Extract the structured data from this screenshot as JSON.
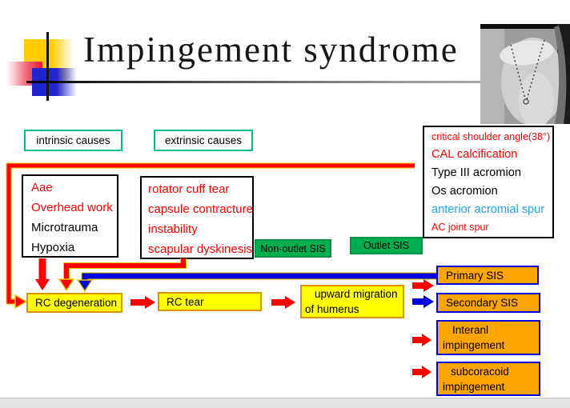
{
  "slide": {
    "title": "Impingement syndrome"
  },
  "labels": {
    "intrinsic": "intrinsic causes",
    "extrinsic": "extrinsic causes"
  },
  "intrinsic_factors": {
    "lines": [
      {
        "text": "Aae",
        "color": "#ff0000"
      },
      {
        "text": "Overhead work",
        "color": "#ff0000"
      },
      {
        "text": "Microtrauma",
        "color": "#000000"
      },
      {
        "text": "Hypoxia",
        "color": "#000000"
      }
    ]
  },
  "tendon_factors": {
    "lines": [
      {
        "text": "rotator cuff tear",
        "color": "#ff0000"
      },
      {
        "text": "capsule contracture",
        "color": "#ff0000"
      },
      {
        "text": "instability",
        "color": "#ff0000"
      },
      {
        "text": "scapular dyskinesis",
        "color": "#ff0000"
      }
    ]
  },
  "extrinsic_factors": {
    "lines": [
      {
        "text": "critical shoulder angle(38°)",
        "color": "#ff0000"
      },
      {
        "text": "CAL calcification",
        "color": "#ff0000"
      },
      {
        "text": "Type III acromion",
        "color": "#000000"
      },
      {
        "text": "Os acromion",
        "color": "#000000"
      },
      {
        "text": "anterior acromial spur",
        "color": "#21a7e3"
      },
      {
        "text": "AC joint spur",
        "color": "#ff0000"
      }
    ]
  },
  "sis_types": {
    "non_outlet": "Non-outlet SIS",
    "outlet": "Outlet SIS"
  },
  "flow": {
    "rc_degeneration": "RC degeneration",
    "rc_tear": "RC tear",
    "upward_migration": "upward migration\nof humerus"
  },
  "outcomes": {
    "primary": "Primary SIS",
    "secondary": "Secondary SIS",
    "internal": "Interanl\nimpingement",
    "subcoracoid": "subcoracoid\nimpingement"
  },
  "colors": {
    "red_text": "#ff0000",
    "cyan_text": "#21a7e3",
    "teal_border": "#00bf8f",
    "green_fill": "#00ae50",
    "yellow_fill": "#ffff00",
    "yellow_box_border": "#dd9200",
    "orange_fill": "#ffa500",
    "blue": "#0000e0",
    "arrow_red": "#ff0000",
    "line_casing_yellow": "#e6c800"
  }
}
